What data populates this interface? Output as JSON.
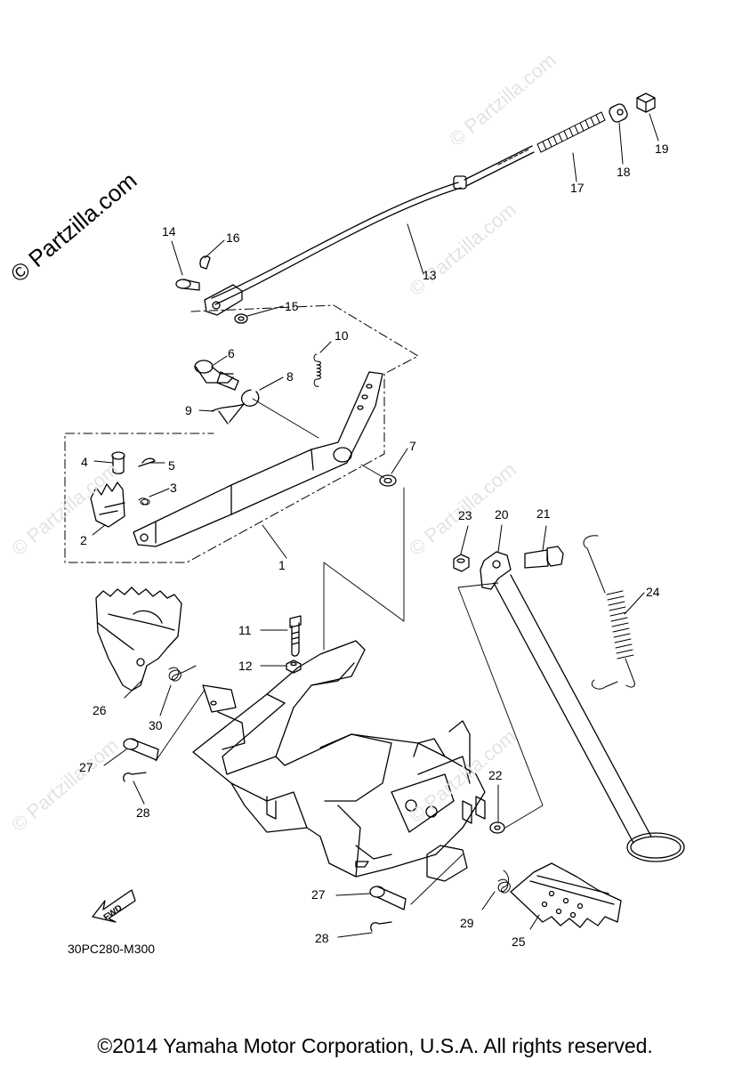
{
  "watermark": "© Partzilla.com",
  "drawing_code": "30PC280-M300",
  "copyright": "©2014 Yamaha Motor Corporation, U.S.A. All rights reserved.",
  "fwd_label": "FWD",
  "callouts": {
    "c1": "1",
    "c2": "2",
    "c3": "3",
    "c4": "4",
    "c5": "5",
    "c6": "6",
    "c7": "7",
    "c8": "8",
    "c9": "9",
    "c10": "10",
    "c11": "11",
    "c12": "12",
    "c13": "13",
    "c14": "14",
    "c15": "15",
    "c16": "16",
    "c17": "17",
    "c18": "18",
    "c19": "19",
    "c20": "20",
    "c21": "21",
    "c22": "22",
    "c23": "23",
    "c24": "24",
    "c25": "25",
    "c26": "26",
    "c27a": "27",
    "c27b": "27",
    "c28a": "28",
    "c28b": "28",
    "c29": "29",
    "c30": "30"
  }
}
